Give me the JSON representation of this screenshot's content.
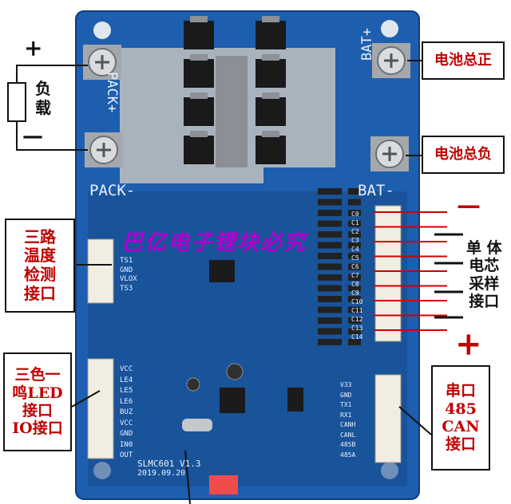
{
  "board": {
    "pack_plus": "PACK+",
    "pack_minus": "PACK-",
    "bat_plus": "BAT+",
    "bat_minus": "BAT-",
    "model": "SLMC601 V1.3",
    "date": "2019.09.20",
    "pcb_color": "#1d5fae",
    "pcb_dark": "#16498a"
  },
  "watermark": "巴亿电子锂块必究",
  "load": {
    "plus": "+",
    "minus": "—",
    "lines": [
      "负",
      "载"
    ]
  },
  "annotations": {
    "bat_pos": "电池总正",
    "bat_neg": "电池总负",
    "temp": [
      "三路",
      "温度",
      "检测",
      "接口"
    ],
    "led": [
      "三色一",
      "鸣LED",
      "接口",
      "IO接口"
    ],
    "cell": [
      "单 体",
      "电芯",
      "采样",
      "接口"
    ],
    "comm": [
      "串口",
      "485",
      "CAN",
      "接口"
    ],
    "cell_plus": "+",
    "cell_minus": "—"
  },
  "pins": {
    "temp": [
      "TS1",
      "GND",
      "VLOX",
      "TS3"
    ],
    "led": [
      "VCC",
      "LE4",
      "LE5",
      "LE6",
      "BUZ",
      "VCC",
      "GND",
      "IN0",
      "OUT"
    ],
    "cells": [
      "C0",
      "C1",
      "C2",
      "C3",
      "C4",
      "C5",
      "C6",
      "C7",
      "C8",
      "C9",
      "C10",
      "C11",
      "C12",
      "C13",
      "C14"
    ],
    "comm": [
      "V33",
      "GND",
      "TX1",
      "RX1",
      "CANH",
      "CANL",
      "485B",
      "485A"
    ]
  },
  "colors": {
    "accent": "#c00000",
    "watermark": "#b000d0",
    "metal": "#b9bcc0"
  }
}
